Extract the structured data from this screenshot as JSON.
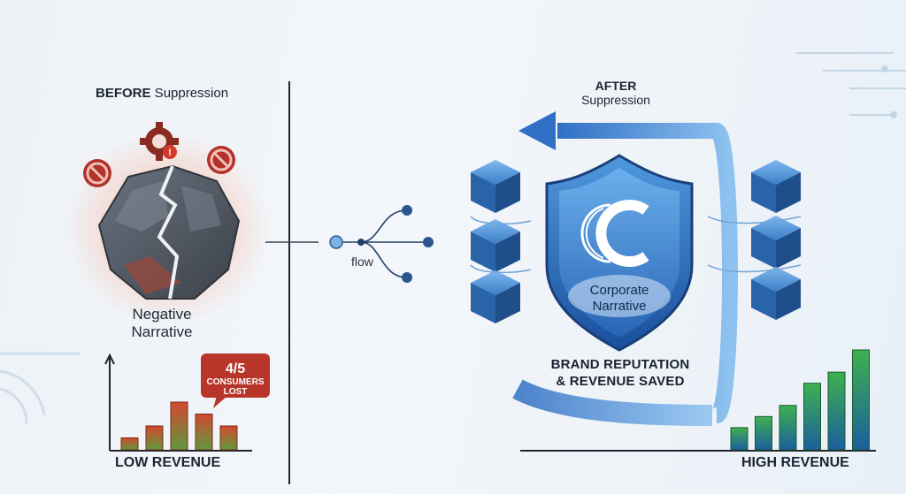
{
  "before": {
    "title_strong": "BEFORE",
    "title_rest": " Suppression",
    "narrative_line1": "Negative",
    "narrative_line2": "Narrative",
    "badge_big": "4/5",
    "badge_line1": "CONSUMERS",
    "badge_line2": "LOST",
    "revenue_label": "LOW REVENUE"
  },
  "middle": {
    "flow_label": "flow"
  },
  "after": {
    "title_strong": "AFTER",
    "title_rest": "Suppression",
    "shield_line1": "Corporate",
    "shield_line2": "Narrative",
    "saved_line1": "BRAND REPUTATION",
    "saved_line2": "& REVENUE SAVED",
    "revenue_label": "HIGH REVENUE"
  },
  "colors": {
    "warning_red": "#c0392b",
    "shield_blue": "#1f5fb3",
    "growth_green": "#2f9a45",
    "cube_blue": "#2f6fb8"
  },
  "chart_data": [
    {
      "type": "bar",
      "values": [
        1,
        2,
        4,
        3,
        2
      ]
    },
    {
      "type": "bar",
      "values": [
        2,
        3,
        4,
        6,
        7,
        9
      ]
    }
  ]
}
